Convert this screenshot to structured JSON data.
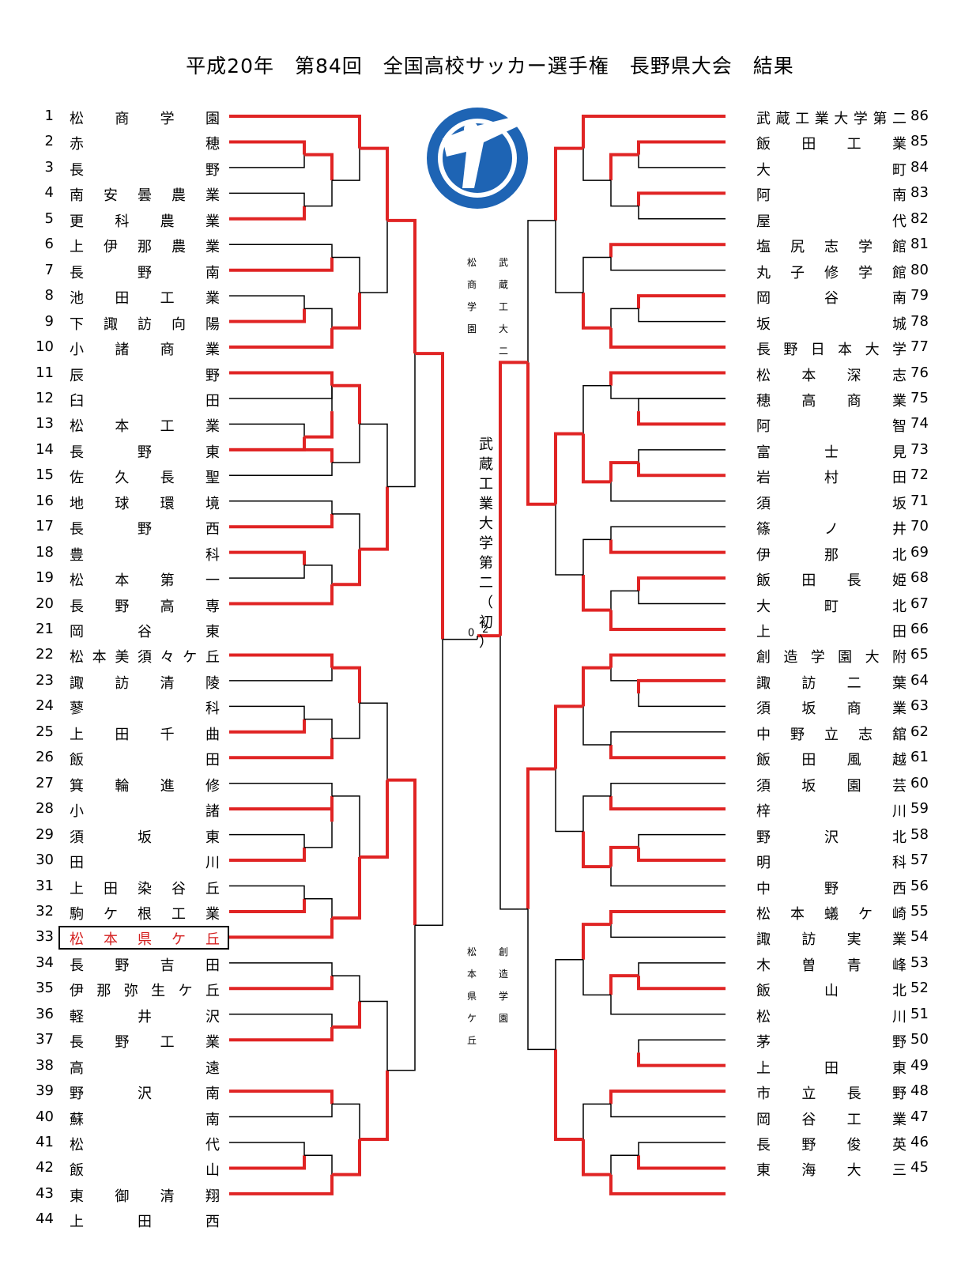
{
  "title": "平成20年　第84回　全国高校サッカー選手権　長野県大会　結果",
  "colors": {
    "win": "#e02424",
    "line": "#000000",
    "logo": "#1e64b4",
    "highlight": "#d42020"
  },
  "left_teams": [
    {
      "n": "1",
      "name": "松商学園"
    },
    {
      "n": "2",
      "name": "赤穂"
    },
    {
      "n": "3",
      "name": "長野"
    },
    {
      "n": "4",
      "name": "南安曇農業"
    },
    {
      "n": "5",
      "name": "更科農業"
    },
    {
      "n": "6",
      "name": "上伊那農業"
    },
    {
      "n": "7",
      "name": "長野南"
    },
    {
      "n": "8",
      "name": "池田工業"
    },
    {
      "n": "9",
      "name": "下諏訪向陽"
    },
    {
      "n": "10",
      "name": "小諸商業"
    },
    {
      "n": "11",
      "name": "辰野"
    },
    {
      "n": "12",
      "name": "臼田"
    },
    {
      "n": "13",
      "name": "松本工業"
    },
    {
      "n": "14",
      "name": "長野東"
    },
    {
      "n": "15",
      "name": "佐久長聖"
    },
    {
      "n": "16",
      "name": "地球環境"
    },
    {
      "n": "17",
      "name": "長野西"
    },
    {
      "n": "18",
      "name": "豊科"
    },
    {
      "n": "19",
      "name": "松本第一"
    },
    {
      "n": "20",
      "name": "長野高専"
    },
    {
      "n": "21",
      "name": "岡谷東"
    },
    {
      "n": "22",
      "name": "松本美須々ケ丘"
    },
    {
      "n": "23",
      "name": "諏訪清陵"
    },
    {
      "n": "24",
      "name": "蓼科"
    },
    {
      "n": "25",
      "name": "上田千曲"
    },
    {
      "n": "26",
      "name": "飯田"
    },
    {
      "n": "27",
      "name": "箕輪進修"
    },
    {
      "n": "28",
      "name": "小諸"
    },
    {
      "n": "29",
      "name": "須坂東"
    },
    {
      "n": "30",
      "name": "田川"
    },
    {
      "n": "31",
      "name": "上田染谷丘"
    },
    {
      "n": "32",
      "name": "駒ケ根工業"
    },
    {
      "n": "33",
      "name": "松本県ケ丘"
    },
    {
      "n": "34",
      "name": "長野吉田"
    },
    {
      "n": "35",
      "name": "伊那弥生ケ丘"
    },
    {
      "n": "36",
      "name": "軽井沢"
    },
    {
      "n": "37",
      "name": "長野工業"
    },
    {
      "n": "38",
      "name": "高遠"
    },
    {
      "n": "39",
      "name": "野沢南"
    },
    {
      "n": "40",
      "name": "蘇南"
    },
    {
      "n": "41",
      "name": "松代"
    },
    {
      "n": "42",
      "name": "飯山"
    },
    {
      "n": "43",
      "name": "東御清翔"
    },
    {
      "n": "44",
      "name": "上田西"
    }
  ],
  "right_teams": [
    {
      "n": "86",
      "name": "武蔵工業大学第二"
    },
    {
      "n": "85",
      "name": "飯田工業"
    },
    {
      "n": "84",
      "name": "大町"
    },
    {
      "n": "83",
      "name": "阿南"
    },
    {
      "n": "82",
      "name": "屋代"
    },
    {
      "n": "81",
      "name": "塩尻志学館"
    },
    {
      "n": "80",
      "name": "丸子修学館"
    },
    {
      "n": "79",
      "name": "岡谷南"
    },
    {
      "n": "78",
      "name": "坂城"
    },
    {
      "n": "77",
      "name": "長野日本大学"
    },
    {
      "n": "76",
      "name": "松本深志"
    },
    {
      "n": "75",
      "name": "穂高商業"
    },
    {
      "n": "74",
      "name": "阿智"
    },
    {
      "n": "73",
      "name": "富士見"
    },
    {
      "n": "72",
      "name": "岩村田"
    },
    {
      "n": "71",
      "name": "須坂"
    },
    {
      "n": "70",
      "name": "篠ノ井"
    },
    {
      "n": "69",
      "name": "伊那北"
    },
    {
      "n": "68",
      "name": "飯田長姫"
    },
    {
      "n": "67",
      "name": "大町北"
    },
    {
      "n": "66",
      "name": "上田"
    },
    {
      "n": "65",
      "name": "創造学園大附"
    },
    {
      "n": "64",
      "name": "諏訪二葉"
    },
    {
      "n": "63",
      "name": "須坂商業"
    },
    {
      "n": "62",
      "name": "中野立志舘"
    },
    {
      "n": "61",
      "name": "飯田風越"
    },
    {
      "n": "60",
      "name": "須坂園芸"
    },
    {
      "n": "59",
      "name": "梓川"
    },
    {
      "n": "58",
      "name": "野沢北"
    },
    {
      "n": "57",
      "name": "明科"
    },
    {
      "n": "56",
      "name": "中野西"
    },
    {
      "n": "55",
      "name": "松本蟻ケ崎"
    },
    {
      "n": "54",
      "name": "諏訪実業"
    },
    {
      "n": "53",
      "name": "木曽青峰"
    },
    {
      "n": "52",
      "name": "飯山北"
    },
    {
      "n": "51",
      "name": "松川"
    },
    {
      "n": "50",
      "name": "茅野"
    },
    {
      "n": "49",
      "name": "上田東"
    },
    {
      "n": "48",
      "name": "市立長野"
    },
    {
      "n": "47",
      "name": "岡谷工業"
    },
    {
      "n": "46",
      "name": "長野俊英"
    },
    {
      "n": "45",
      "name": "東海大三"
    }
  ],
  "highlight_team": "33",
  "champion": "武蔵工業大学第二（初）",
  "semifinal_top": {
    "left": "松商学園",
    "right": "武蔵工大二"
  },
  "semifinal_bottom": {
    "left": "松本県ケ丘",
    "right": "創造学園"
  },
  "final_scores": {
    "left": "0",
    "right": "2"
  }
}
